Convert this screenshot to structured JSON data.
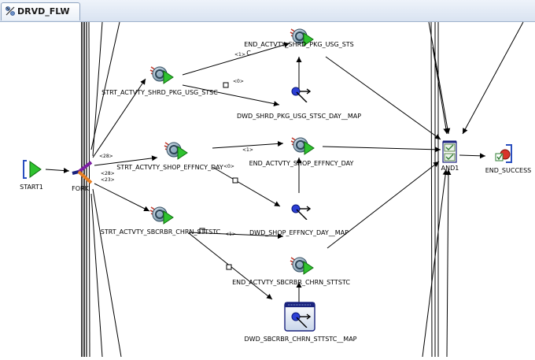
{
  "tab": {
    "title": "DRVD_FLW"
  },
  "nodes": {
    "start": "START1",
    "fork": "FORK",
    "and": "AND1",
    "end_success": "END_SUCCESS",
    "strt_shrd": "STRT_ACTVTY_SHRD_PKG_USG_STSC",
    "strt_shop": "STRT_ACTVTY_SHOP_EFFNCY_DAY",
    "strt_sbcr": "STRT_ACTVTY_SBCRBR_CHRN_STTSTC",
    "end_shrd_line1": "END_ACTVTY_SHRD_PKG_USG_STS",
    "end_shrd_line2": "C",
    "end_shop": "END_ACTVTY_SHOP_EFFNCY_DAY",
    "end_sbcr": "END_ACTVTY_SBCRBR_CHRN_STTSTC",
    "map_shrd": "DWD_SHRD_PKG_USG_STSC_DAY__MAP",
    "map_shop": "DWD_SHOP_EFFNCY_DAY__MAP",
    "map_sbcr": "DWD_SBCRBR_CHRN_STTSTC__MAP"
  },
  "edge_labels": {
    "fork_28a": "<28>",
    "fork_28b": "<28>",
    "fork_23": "<23>",
    "shrd_1": "<1>",
    "shrd_0": "<0>",
    "shop_1": "<1>",
    "shop_0": "<0>",
    "sbcr_1": "<1>"
  }
}
